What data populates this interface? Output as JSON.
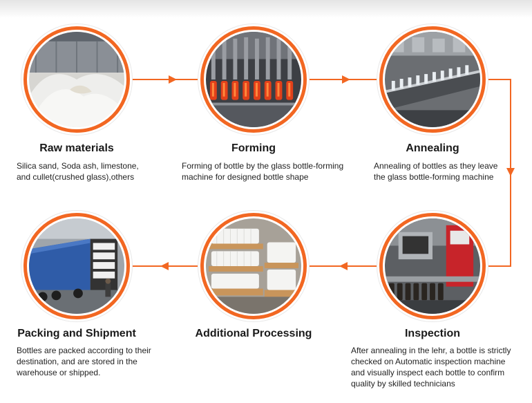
{
  "accent_color": "#f26722",
  "steps": [
    {
      "title": "Raw materials",
      "desc": "Silica sand, Soda ash, limestone, and cullet(crushed glass),others",
      "icon": "sand-pile-image"
    },
    {
      "title": "Forming",
      "desc": "Forming of bottle by the glass bottle-forming machine for designed bottle shape",
      "icon": "bottle-forming-machine-image"
    },
    {
      "title": "Annealing",
      "desc": "Annealing of bottles as they leave the glass bottle-forming machine",
      "icon": "annealing-line-image"
    },
    {
      "title": "Inspection",
      "desc": "After annealing in the lehr, a bottle is strictly checked on Automatic inspection machine and visually inspect each bottle to confirm quality by skilled technicians",
      "icon": "inspection-machine-image"
    },
    {
      "title": "Additional Processing",
      "desc": "",
      "icon": "white-bottles-crates-image"
    },
    {
      "title": "Packing and Shipment",
      "desc": "Bottles are packed according to their destination, and are stored in the warehouse or shipped.",
      "icon": "shipping-container-image"
    }
  ]
}
